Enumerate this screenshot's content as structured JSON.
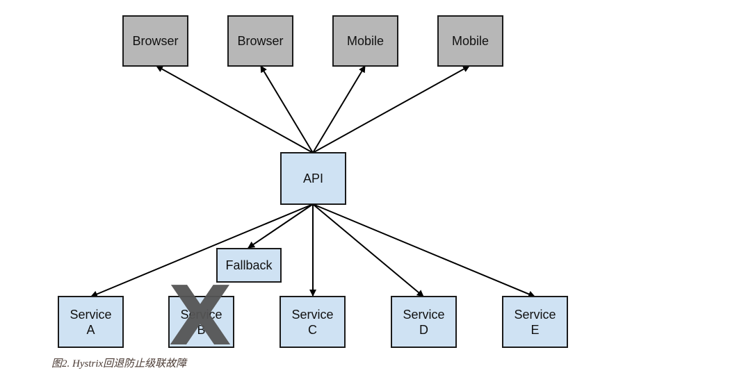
{
  "clients": [
    {
      "label": "Browser"
    },
    {
      "label": "Browser"
    },
    {
      "label": "Mobile"
    },
    {
      "label": "Mobile"
    }
  ],
  "api": {
    "label": "API"
  },
  "fallback": {
    "label": "Fallback"
  },
  "services": [
    {
      "line1": "Service",
      "line2": "A"
    },
    {
      "line1": "Service",
      "line2": "B"
    },
    {
      "line1": "Service",
      "line2": "C"
    },
    {
      "line1": "Service",
      "line2": "D"
    },
    {
      "line1": "Service",
      "line2": "E"
    }
  ],
  "failed_marker": "X",
  "caption": "图2. Hystrix回退防止级联故障",
  "colors": {
    "client_fill": "#b7b7b7",
    "service_fill": "#cfe2f3",
    "stroke": "#1a1a1a",
    "failed_marker": "#555555"
  }
}
